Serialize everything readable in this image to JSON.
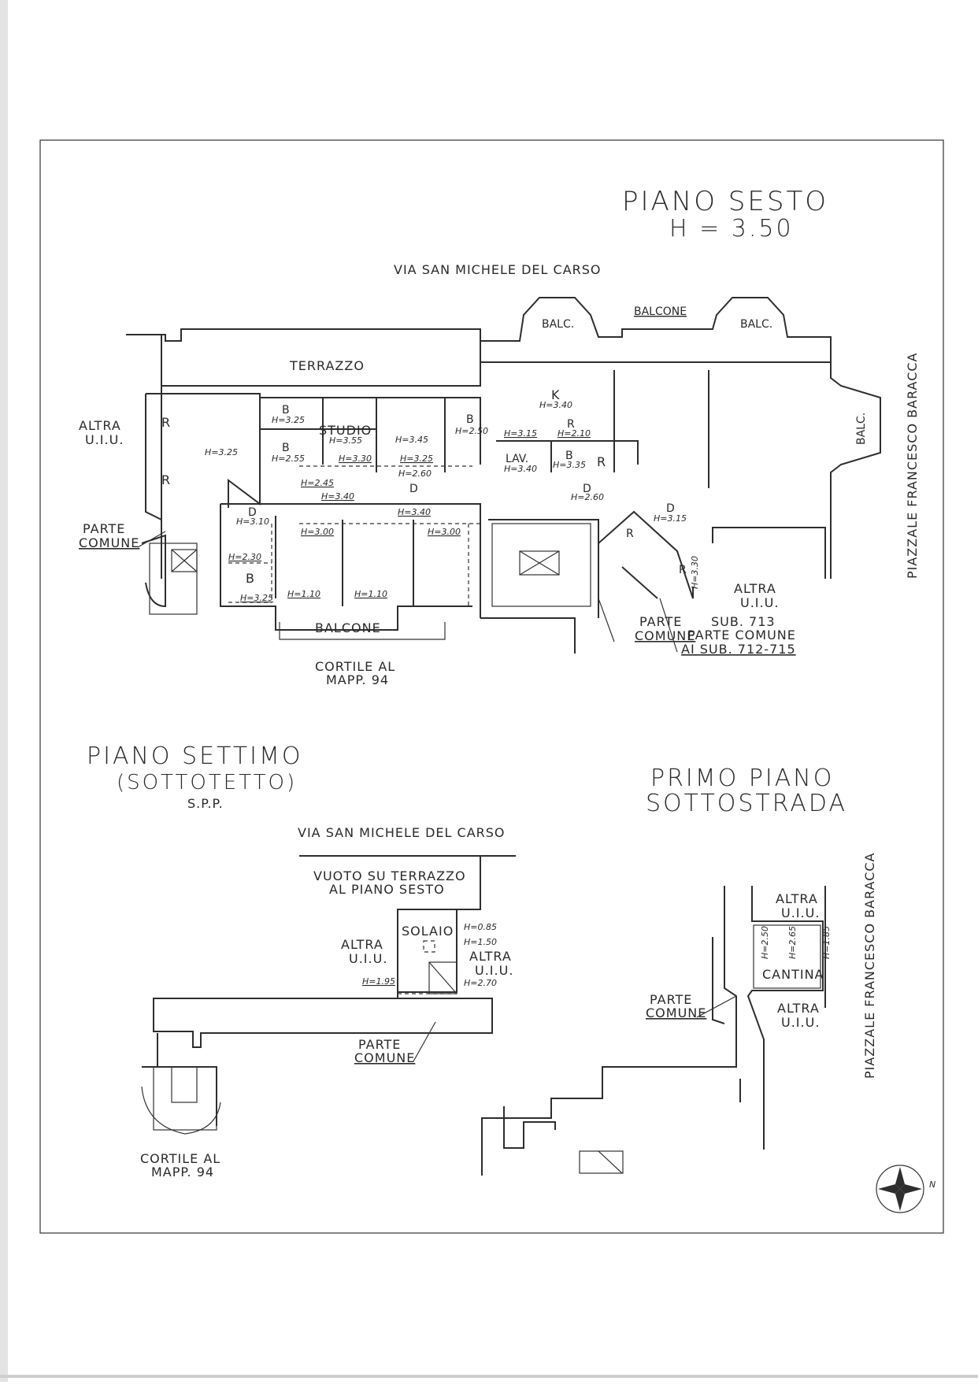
{
  "sheet": {
    "piano_sesto": {
      "title": "PIANO SESTO",
      "height": "H = 3.50",
      "street_top": "VIA SAN MICHELE DEL CARSO",
      "piazzale": "PIAZZALE FRANCESCO BARACCA",
      "rooms": {
        "terrazzo": "TERRAZZO",
        "balc_left": "BALC.",
        "balcone_top": "BALCONE",
        "balc_right": "BALC.",
        "balc_side": "BALC.",
        "studio": "STUDIO",
        "lav": "LAV.",
        "balcone_bottom": "BALCONE",
        "k": "K",
        "r1": "R",
        "r2": "R",
        "r3": "R",
        "r4": "R",
        "r5": "R",
        "r6": "R",
        "b1": "B",
        "b2": "B",
        "b3": "B",
        "b4": "B",
        "b5": "B",
        "d1": "D",
        "d2": "D",
        "d3": "D",
        "d4": "D"
      },
      "heights": {
        "h325a": "H=3.25",
        "h325b": "H=3.25",
        "h355": "H=3.55",
        "h345": "H=3.45",
        "h250": "H=2.50",
        "h340k": "H=3.40",
        "h315a": "H=3.15",
        "h210": "H=2.10",
        "h335": "H=3.35",
        "h340lav": "H=3.40",
        "h255": "H=2.55",
        "h330a": "H=3.30",
        "h325c": "H=3.25",
        "h245": "H=2.45",
        "h260a": "H=2.60",
        "h260b": "H=2.60",
        "h340b": "H=3.40",
        "h340c": "H=3.40",
        "h310": "H=3.10",
        "h230": "H=2.30",
        "h300a": "H=3.00",
        "h300b": "H=3.00",
        "h325d": "H=3.25",
        "h110a": "H=1.10",
        "h110b": "H=1.10",
        "h315b": "H=3.15",
        "h330b": "H=3.30"
      },
      "labels": {
        "altra_left_1": "ALTRA",
        "altra_left_2": "U.I.U.",
        "parte_comune_left_1": "PARTE",
        "parte_comune_left_2": "COMUNE",
        "parte_comune_mid_1": "PARTE",
        "parte_comune_mid_2": "COMUNE",
        "sub_1": "SUB. 713",
        "sub_2": "PARTE COMUNE",
        "sub_3": "AI SUB. 712-715",
        "altra_right_1": "ALTRA",
        "altra_right_2": "U.I.U.",
        "cortile_1": "CORTILE AL",
        "cortile_2": "MAPP. 94"
      }
    },
    "piano_settimo": {
      "title": "PIANO SETTIMO",
      "subtitle": "(SOTTOTETTO)",
      "spp": "S.P.P.",
      "street": "VIA SAN MICHELE DEL CARSO",
      "vuoto_1": "VUOTO SU TERRAZZO",
      "vuoto_2": "AL PIANO SESTO",
      "solaio": "SOLAIO",
      "h085": "H=0.85",
      "h150": "H=1.50",
      "h270": "H=2.70",
      "h195": "H=1.95",
      "altra_l_1": "ALTRA",
      "altra_l_2": "U.I.U.",
      "altra_r_1": "ALTRA",
      "altra_r_2": "U.I.U.",
      "parte_1": "PARTE",
      "parte_2": "COMUNE",
      "cortile_1": "CORTILE AL",
      "cortile_2": "MAPP. 94"
    },
    "primo_piano": {
      "title_1": "PRIMO PIANO",
      "title_2": "SOTTOSTRADA",
      "piazzale": "PIAZZALE FRANCESCO BARACCA",
      "altra_top_1": "ALTRA",
      "altra_top_2": "U.I.U.",
      "cantina": "CANTINA",
      "h250": "H=2.50",
      "h265": "H=2.65",
      "h185": "H=1.85",
      "altra_bot_1": "ALTRA",
      "altra_bot_2": "U.I.U.",
      "parte_1": "PARTE",
      "parte_2": "COMUNE"
    },
    "compass": {
      "north": "N",
      "icon": "compass-rose-icon"
    }
  },
  "colors": {
    "ink": "#2e2e2e",
    "paper": "#ffffff",
    "scan_edge": "#d8d8d8"
  }
}
